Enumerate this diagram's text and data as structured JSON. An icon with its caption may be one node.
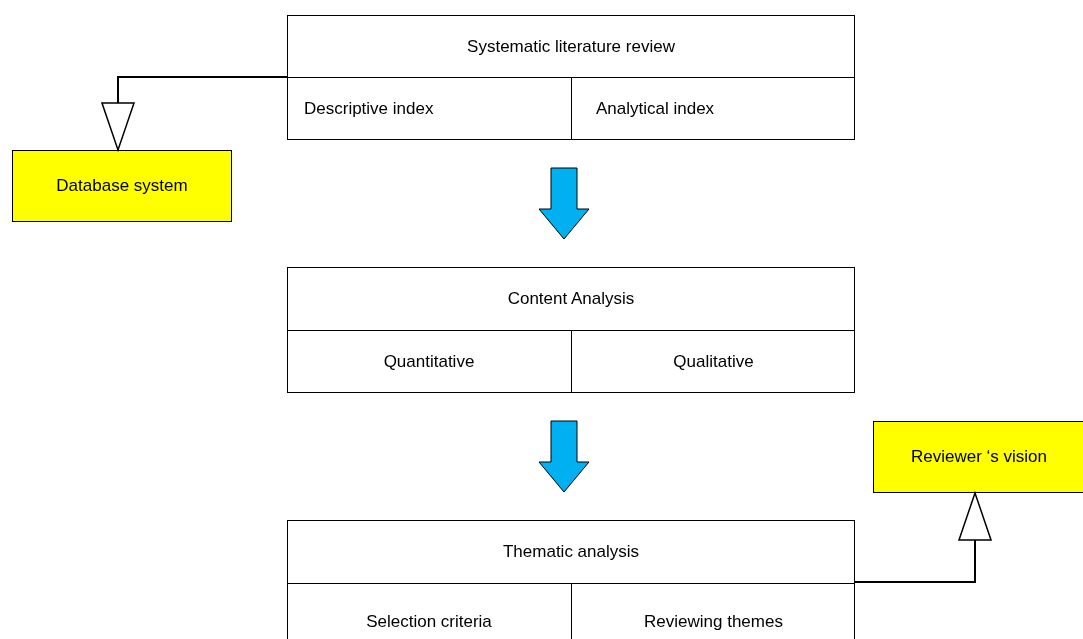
{
  "diagram": {
    "nodes": [
      {
        "text": [
          "Systematic literature review"
        ]
      },
      {
        "text": [
          "Descriptive index"
        ],
        "in": 0
      },
      {
        "text": [
          "Analytical index"
        ],
        "in": 0
      },
      {
        "text": [
          "Database system"
        ]
      },
      {
        "text": [
          "Content Analysis"
        ]
      },
      {
        "text": [
          "Quantitative"
        ],
        "in": 4
      },
      {
        "text": [
          "Qualitative"
        ],
        "in": 4
      },
      {
        "text": [
          "Thematic analysis"
        ]
      },
      {
        "text": [
          "Selection criteria"
        ],
        "in": 7
      },
      {
        "text": [
          "Reviewing themes"
        ],
        "in": 7
      },
      {
        "text": [
          "Reviewer ‘s vision"
        ]
      }
    ],
    "edges": [
      {
        "from": 0,
        "to": 3,
        "arrow": "to"
      },
      {
        "from": 0,
        "to": 4,
        "arrow": "to",
        "style": "thick",
        "color": "#00b0f0"
      },
      {
        "from": 4,
        "to": 7,
        "arrow": "to",
        "style": "thick",
        "color": "#00b0f0"
      },
      {
        "from": 7,
        "to": 10,
        "arrow": "to"
      }
    ]
  }
}
